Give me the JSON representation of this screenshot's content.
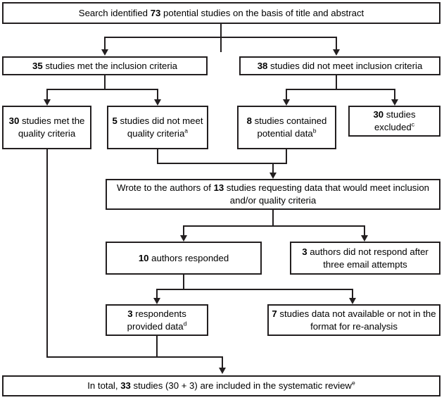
{
  "diagram": {
    "title": "Study selection flow diagram",
    "type": "flowchart",
    "colors": {
      "box_border": "#231f20",
      "connector": "#231f20",
      "background": "#ffffff",
      "text": "#000000"
    },
    "nodes": [
      {
        "id": "search",
        "text_html": "Search identified <b>73</b> potential studies on the basis of title and abstract",
        "plain": "Search identified 73 potential studies on the basis of title and abstract",
        "count": 73
      },
      {
        "id": "included",
        "text_html": "<b>35</b> studies met the inclusion criteria",
        "plain": "35 studies met the inclusion criteria",
        "count": 35
      },
      {
        "id": "not-included",
        "text_html": "<b>38</b> studies did not meet inclusion criteria",
        "plain": "38 studies did not meet inclusion criteria",
        "count": 38
      },
      {
        "id": "quality-met",
        "text_html": "<b>30</b> studies met the quality criteria",
        "plain": "30 studies met the quality criteria",
        "count": 30
      },
      {
        "id": "quality-not-met",
        "text_html": "<b>5</b> studies did not meet<br>quality criteria<sup>a</sup>",
        "plain": "5 studies did not meet quality criteria a",
        "count": 5,
        "footnote": "a"
      },
      {
        "id": "potential-data",
        "text_html": "<b>8</b> studies contained potential data<sup>b</sup>",
        "plain": "8 studies contained potential data b",
        "count": 8,
        "footnote": "b"
      },
      {
        "id": "excluded",
        "text_html": "<b>30</b> studies excluded<sup>c</sup>",
        "plain": "30 studies excluded c",
        "count": 30,
        "footnote": "c"
      },
      {
        "id": "wrote-authors",
        "text_html": "Wrote to the authors of <b>13</b> studies requesting data that would meet inclusion and/or quality criteria",
        "plain": "Wrote to the authors of 13 studies requesting data that would meet inclusion and/or quality criteria",
        "count": 13
      },
      {
        "id": "responded",
        "text_html": "<b>10</b> authors responded",
        "plain": "10 authors responded",
        "count": 10
      },
      {
        "id": "no-response",
        "text_html": "<b>3</b> authors did not respond after three email attempts",
        "plain": "3 authors did not respond after three email attempts",
        "count": 3
      },
      {
        "id": "provided-data",
        "text_html": "<b>3</b> respondents provided data<sup>d</sup>",
        "plain": "3 respondents provided data d",
        "count": 3,
        "footnote": "d"
      },
      {
        "id": "not-available",
        "text_html": "<b>7</b> studies data not available or not in the format for re-analysis",
        "plain": "7 studies data not available or not in the format for re-analysis",
        "count": 7
      },
      {
        "id": "total",
        "text_html": "In total, <b>33</b> studies (30 + 3) are included in the systematic review<sup>e</sup>",
        "plain": "In total, 33 studies (30 + 3) are included in the systematic review e",
        "count": 33,
        "footnote": "e"
      }
    ]
  }
}
